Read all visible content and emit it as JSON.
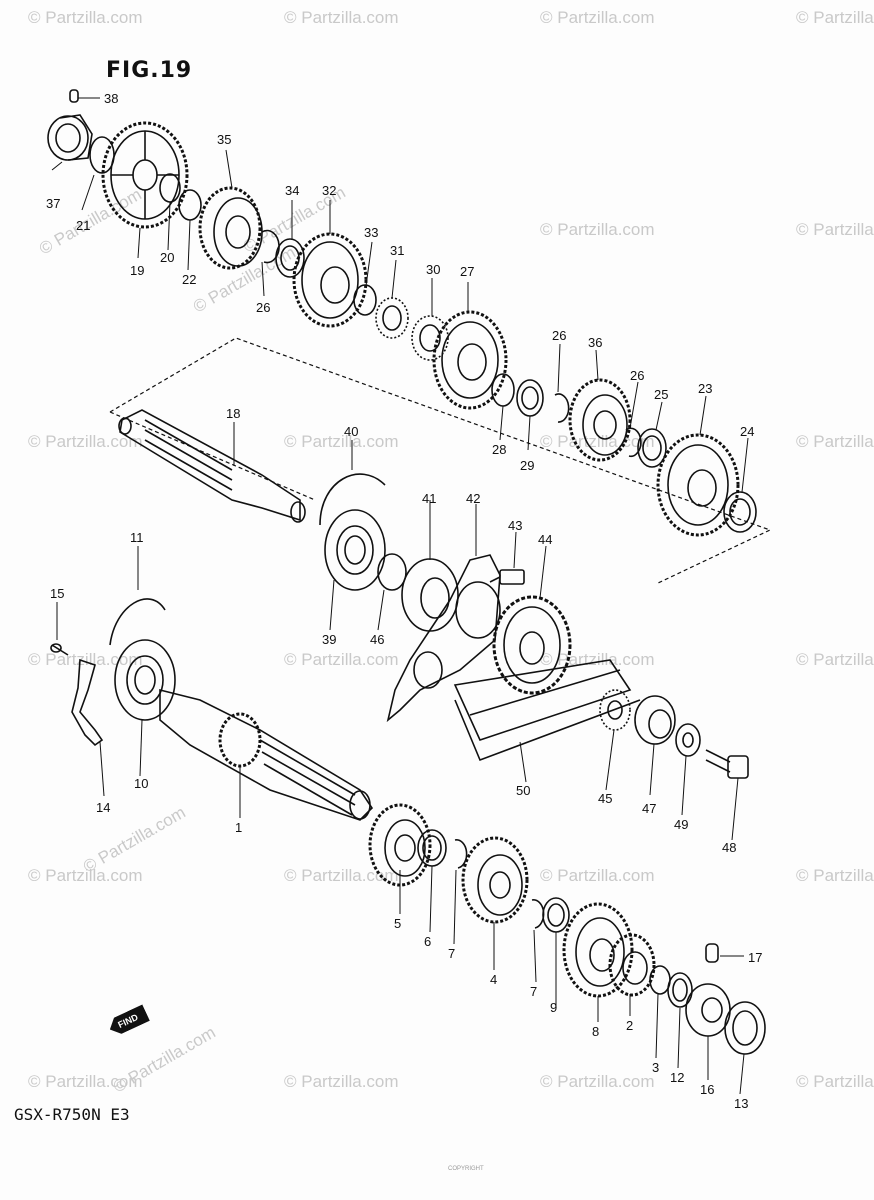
{
  "figure": {
    "title": "FIG.19",
    "model": "GSX-R750N  E3",
    "find_label": "FIND"
  },
  "watermark": {
    "text": "© Partzilla.com",
    "short": "© Partzilla"
  },
  "copyright_note": "COPYRIGHT",
  "callouts": {
    "n1": "1",
    "n2": "2",
    "n3": "3",
    "n4": "4",
    "n5": "5",
    "n6": "6",
    "n7a": "7",
    "n7b": "7",
    "n8": "8",
    "n9": "9",
    "n10": "10",
    "n11": "11",
    "n12": "12",
    "n13": "13",
    "n14": "14",
    "n15": "15",
    "n16": "16",
    "n17": "17",
    "n18": "18",
    "n19": "19",
    "n20": "20",
    "n21": "21",
    "n22": "22",
    "n23": "23",
    "n24": "24",
    "n25": "25",
    "n26a": "26",
    "n26b": "26",
    "n26c": "26",
    "n27": "27",
    "n28": "28",
    "n29": "29",
    "n30": "30",
    "n31": "31",
    "n32": "32",
    "n33": "33",
    "n34": "34",
    "n35": "35",
    "n36": "36",
    "n37": "37",
    "n38": "38",
    "n39": "39",
    "n40": "40",
    "n41": "41",
    "n42": "42",
    "n43": "43",
    "n44": "44",
    "n45": "45",
    "n46": "46",
    "n47": "47",
    "n48": "48",
    "n49": "49",
    "n50": "50"
  }
}
